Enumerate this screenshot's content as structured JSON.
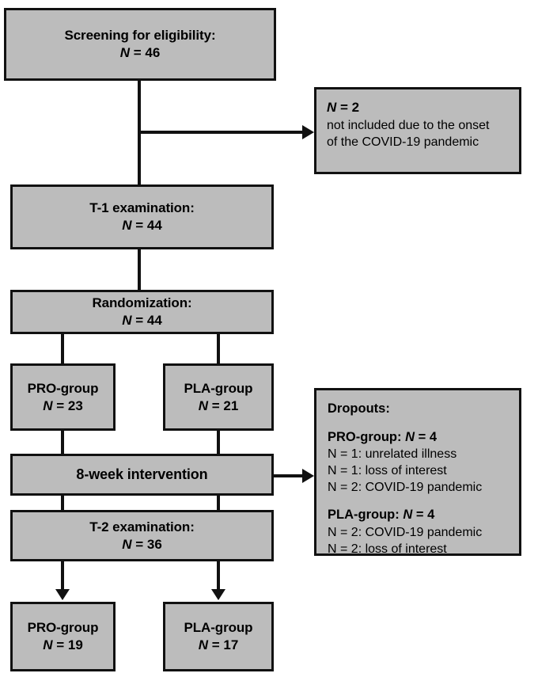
{
  "figure": {
    "type": "flowchart",
    "title": "CONSORT-style participant flow diagram",
    "colors": {
      "box_fill": "#bcbcbc",
      "box_border": "#111111",
      "background": "#ffffff",
      "text": "#000000"
    }
  },
  "nodes": {
    "screening": {
      "line1": "Screening for eligibility:",
      "n_label": "N",
      "n_value": "= 46"
    },
    "excluded": {
      "n_label": "N",
      "n_value": "= 2",
      "reason_line1": "not included due to the onset",
      "reason_line2": "of the COVID-19 pandemic"
    },
    "t1": {
      "line1": "T-1 examination:",
      "n_label": "N",
      "n_value": "= 44"
    },
    "randomization": {
      "line1": "Randomization:",
      "n_label": "N",
      "n_value": "= 44"
    },
    "pro_allocated": {
      "line1": "PRO-group",
      "n_label": "N",
      "n_value": "= 23"
    },
    "pla_allocated": {
      "line1": "PLA-group",
      "n_label": "N",
      "n_value": "= 21"
    },
    "intervention": {
      "line1": "8-week intervention"
    },
    "dropouts": {
      "title": "Dropouts:",
      "pro_head_label": "PRO-group:",
      "pro_head_n": "N",
      "pro_head_value": "= 4",
      "pro_items": [
        "N = 1: unrelated illness",
        "N = 1: loss of interest",
        "N = 2: COVID-19 pandemic"
      ],
      "pla_head_label": "PLA-group:",
      "pla_head_n": "N",
      "pla_head_value": "= 4",
      "pla_items": [
        "N = 2: COVID-19 pandemic",
        "N = 2: loss of interest"
      ]
    },
    "t2": {
      "line1": "T-2 examination:",
      "n_label": "N",
      "n_value": "= 36"
    },
    "pro_final": {
      "line1": "PRO-group",
      "n_label": "N",
      "n_value": "= 19"
    },
    "pla_final": {
      "line1": "PLA-group",
      "n_label": "N",
      "n_value": "= 17"
    }
  }
}
